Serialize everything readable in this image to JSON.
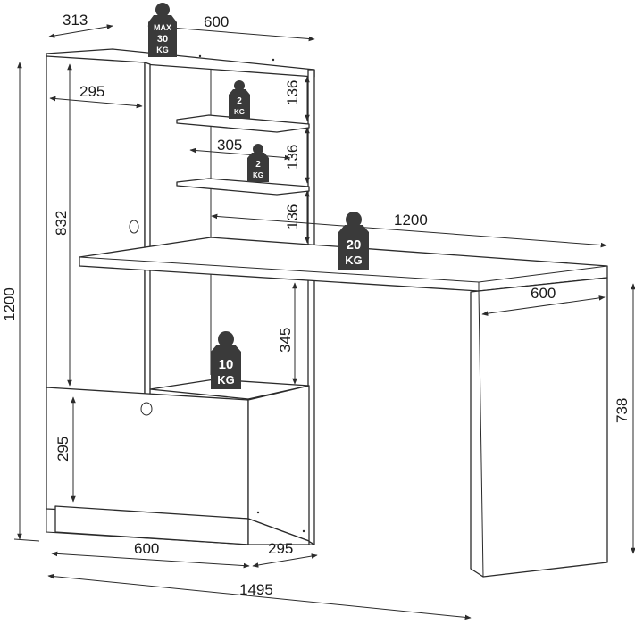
{
  "dimensions": {
    "top_depth": "313",
    "top_width": "600",
    "top_inner_depth": "295",
    "shelf_gap_1": "136",
    "shelf_gap_2": "136",
    "shelf_gap_3": "136",
    "shelf_depth": "305",
    "door_height": "832",
    "desk_length": "1200",
    "desk_depth": "600",
    "total_height": "1200",
    "open_compartment": "345",
    "drawer_height": "295",
    "desk_height": "738",
    "base_width": "600",
    "base_depth": "295",
    "total_width": "1495"
  },
  "weights": {
    "top": [
      "MAX",
      "30",
      "KG"
    ],
    "shelf_1": [
      "2",
      "KG"
    ],
    "shelf_2": [
      "2",
      "KG"
    ],
    "desk": [
      "20",
      "KG"
    ],
    "compartment": [
      "10",
      "KG"
    ]
  },
  "colors": {
    "line": "#2b2b2b",
    "weight_fill": "#3a3a3a"
  }
}
